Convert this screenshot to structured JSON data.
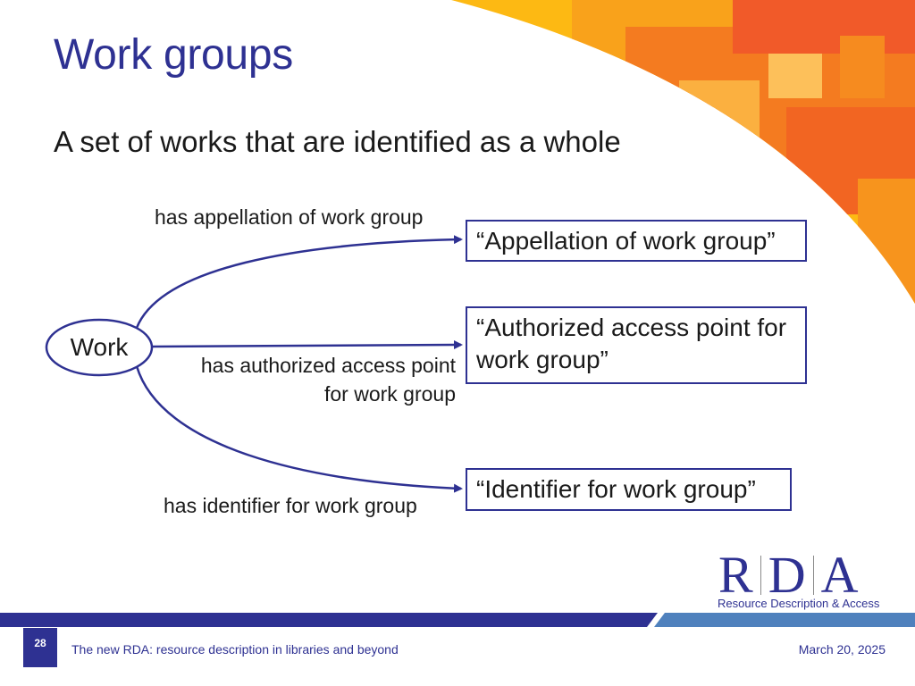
{
  "slide": {
    "title": "Work groups",
    "subtitle": "A set of works that are identified as a whole"
  },
  "diagram": {
    "source": "Work",
    "relations": [
      {
        "label": "has appellation of work group",
        "target": "“Appellation of work group”"
      },
      {
        "label_line1": "has authorized access point",
        "label_line2": "for work group",
        "target_line1": "“Authorized access point for",
        "target_line2": "work group”"
      },
      {
        "label": "has identifier for work group",
        "target": "“Identifier for work group”"
      }
    ]
  },
  "logo": {
    "letters": [
      "R",
      "D",
      "A"
    ],
    "tagline": "Resource Description & Access"
  },
  "footer": {
    "page_number": "28",
    "text": "The new RDA: resource description in libraries and beyond",
    "date": "March 20, 2025"
  },
  "colors": {
    "accent": "#2E3192",
    "decor_orange": "#F47B20",
    "decor_yellow": "#FDB913"
  }
}
